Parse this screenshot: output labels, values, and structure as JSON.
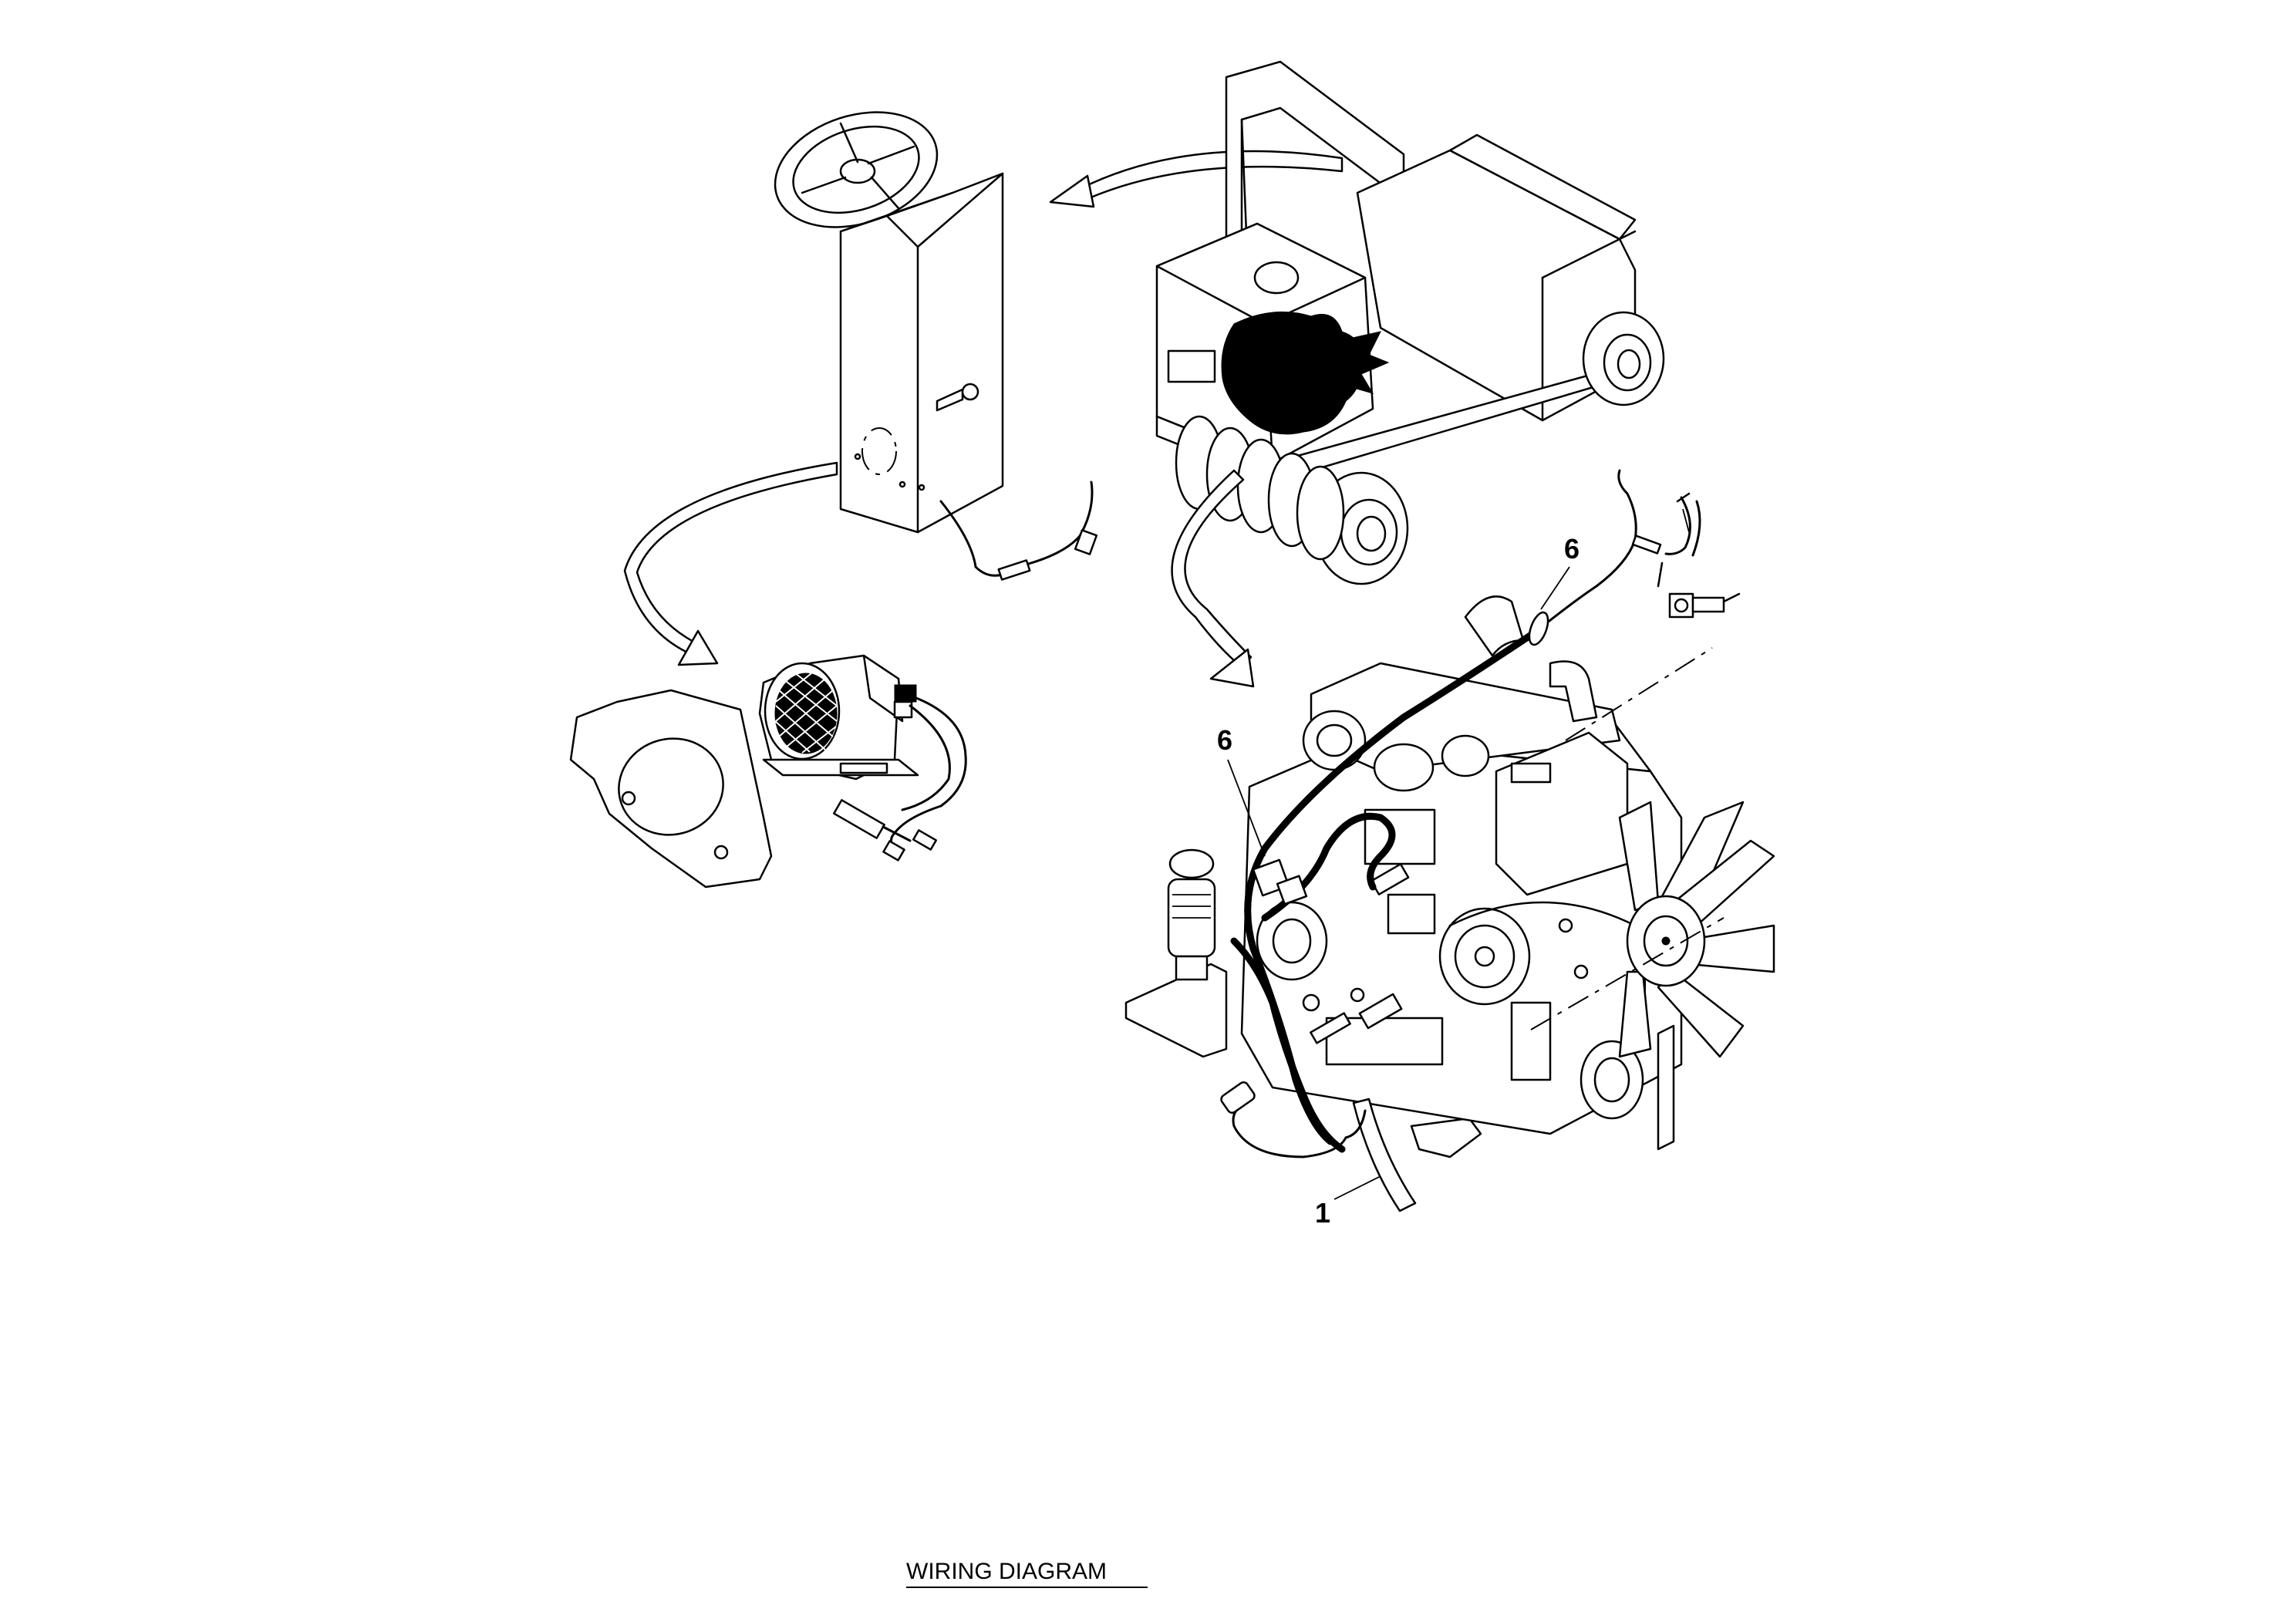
{
  "callouts": {
    "harness": "1",
    "clip_upper": "6",
    "clip_lower": "6"
  },
  "caption": "WIRING DIAGRAM"
}
